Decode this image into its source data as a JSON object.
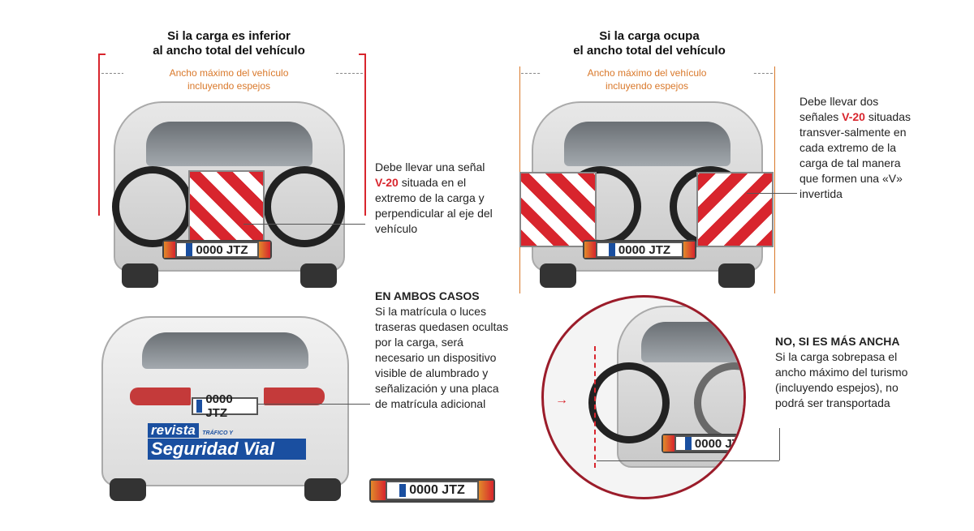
{
  "plate_number": "0000 JTZ",
  "colors": {
    "signal_red": "#d8252d",
    "width_orange": "#d9782a",
    "bracket_red": "#d8252d",
    "circle_border": "#9b1c2a"
  },
  "left_case": {
    "title_line1": "Si la carga es inferior",
    "title_line2": "al ancho total del vehículo",
    "width_label_line1": "Ancho máximo del vehículo",
    "width_label_line2": "incluyendo espejos",
    "note_before": "Debe llevar una señal",
    "note_signal": "V-20",
    "note_after": " situada en el extremo de la carga y  perpendicular al eje del vehículo"
  },
  "right_case": {
    "title_line1": "Si la carga ocupa",
    "title_line2": "el ancho total del vehículo",
    "width_label_line1": "Ancho máximo del vehículo",
    "width_label_line2": "incluyendo espejos",
    "note_before": "Debe llevar dos señales ",
    "note_signal": "V-20",
    "note_after": " situadas transver-salmente en cada extremo de la carga de tal manera que formen una «V» invertida"
  },
  "both_cases": {
    "heading": "EN AMBOS CASOS",
    "body": "Si la matrícula o luces traseras quedasen ocultas por la carga, será necesario un dispositivo visible de alumbrado y señalización y una placa de matrícula adicional"
  },
  "too_wide": {
    "heading": "NO, SI ES MÁS ANCHA",
    "body": "Si la carga sobrepasa el ancho máximo del turismo (incluyendo espejos), no podrá ser transportada"
  },
  "logo": {
    "line1": "revista",
    "line2": "TRÁFICO Y",
    "line3": "Seguridad Vial"
  }
}
